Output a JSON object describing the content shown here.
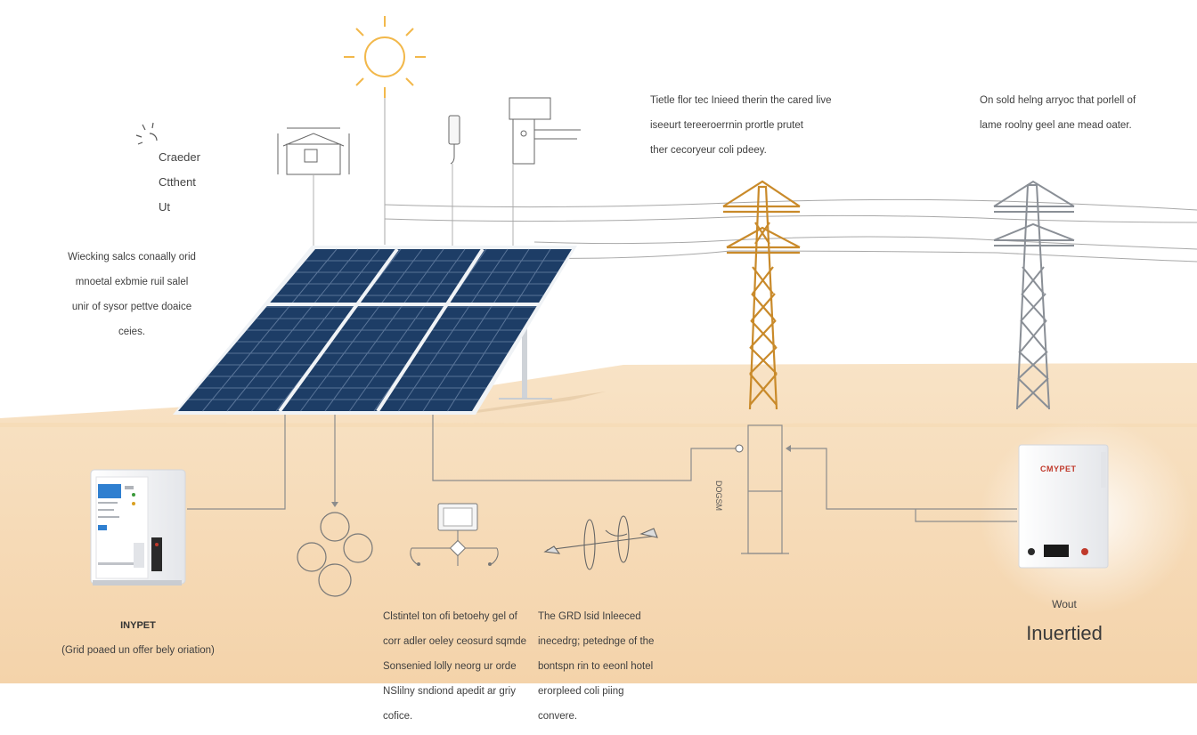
{
  "notes": {
    "top_left": [
      "Craeder",
      "Ctthent",
      "Ut"
    ],
    "mid_left": [
      "Wiecking salcs conaally orid",
      "mnoetal exbmie ruil salel",
      "unir of sysor pettve doaice",
      "ceies."
    ],
    "top_mid": [
      "Tietle flor tec Inieed therin the cared live",
      "iseeurt tereeroerrnin prortle prutet",
      "ther cecoryeur coli pdeey."
    ],
    "top_right": [
      "On sold helng arryoc that porlell of",
      "lame roolny geel ane mead oater."
    ],
    "bottom_mid": [
      "Clstintel ton ofi betoehy gel of",
      "corr adler oeley ceosurd sqmde",
      "Sonsenied lolly neorg ur orde",
      "NSlilny sndiond apedit ar griy",
      "cofice."
    ],
    "bottom_right": [
      "The GRD lsid Inleeced",
      "inecedrg; petednge of the",
      "bontspn rin to eeonl hotel",
      "erorpleed coli piing",
      "convere."
    ]
  },
  "labels": {
    "inverter_left_title": "INYPET",
    "inverter_left_sub": "(Grid poaed un offer bely oriation)",
    "inverter_right_small": "Wout",
    "inverter_right_big": "Inuertied",
    "inverter_right_brand": "CMYPET",
    "mast_label": "DOGSM"
  },
  "colors": {
    "sun": "#f2b84b",
    "ground": "#f6dcb8",
    "panel": "#1d3d66",
    "panel_frame": "#e8ecf0",
    "tower_gold": "#c98a2a",
    "tower_grey": "#8a8f96",
    "line": "#8c8c8c",
    "screen_blue": "#2f7fd0",
    "brand_red": "#c0392b"
  },
  "icons": [
    "sun-icon",
    "house-schematic-icon",
    "plug-icon",
    "socket-icon",
    "meter-icon",
    "connector-icon"
  ]
}
